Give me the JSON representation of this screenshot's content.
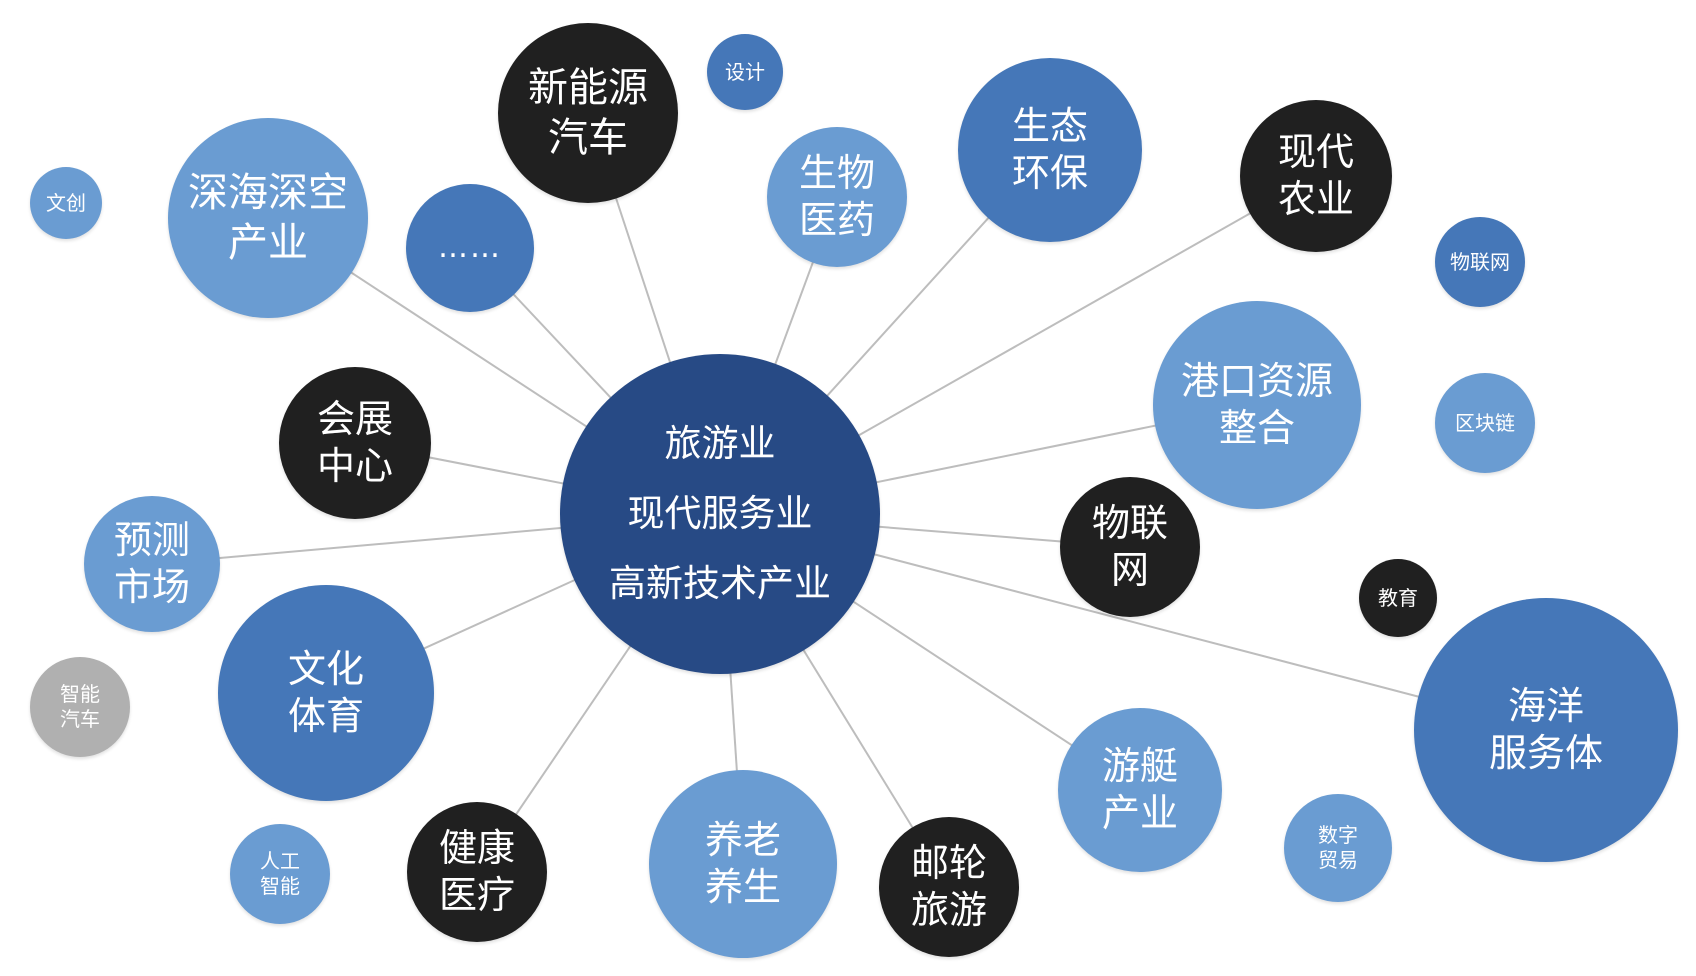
{
  "palette": {
    "hub": "#274a85",
    "mid": "#4577b8",
    "light": "#6a9cd2",
    "dark": "#202020",
    "gray": "#b0b0b0",
    "link": "#bdbdbd"
  },
  "center": {
    "lines": [
      "旅游业",
      "现代服务业",
      "高新技术产业"
    ]
  },
  "nodes": [
    {
      "id": "deep-sea",
      "lines": [
        "深海深空",
        "产业"
      ],
      "tone": "light",
      "linked": true
    },
    {
      "id": "dots",
      "lines": [
        "……"
      ],
      "tone": "mid",
      "linked": true
    },
    {
      "id": "new-energy",
      "lines": [
        "新能源",
        "汽车"
      ],
      "tone": "dark",
      "linked": true
    },
    {
      "id": "design",
      "lines": [
        "设计"
      ],
      "tone": "mid",
      "linked": false
    },
    {
      "id": "biomed",
      "lines": [
        "生物",
        "医药"
      ],
      "tone": "light",
      "linked": true
    },
    {
      "id": "eco",
      "lines": [
        "生态",
        "环保"
      ],
      "tone": "mid",
      "linked": true
    },
    {
      "id": "agri",
      "lines": [
        "现代",
        "农业"
      ],
      "tone": "dark",
      "linked": true
    },
    {
      "id": "wenchuang",
      "lines": [
        "文创"
      ],
      "tone": "light",
      "linked": false
    },
    {
      "id": "iot-small",
      "lines": [
        "物联网"
      ],
      "tone": "mid",
      "linked": false
    },
    {
      "id": "port",
      "lines": [
        "港口资源",
        "整合"
      ],
      "tone": "light",
      "linked": true
    },
    {
      "id": "blockchain",
      "lines": [
        "区块链"
      ],
      "tone": "light",
      "linked": false
    },
    {
      "id": "expo",
      "lines": [
        "会展",
        "中心"
      ],
      "tone": "dark",
      "linked": true
    },
    {
      "id": "forecast",
      "lines": [
        "预测",
        "市场"
      ],
      "tone": "light",
      "linked": true
    },
    {
      "id": "iot",
      "lines": [
        "物联",
        "网"
      ],
      "tone": "dark",
      "linked": true
    },
    {
      "id": "edu",
      "lines": [
        "教育"
      ],
      "tone": "dark",
      "linked": false
    },
    {
      "id": "culture",
      "lines": [
        "文化",
        "体育"
      ],
      "tone": "mid",
      "linked": true
    },
    {
      "id": "ocean",
      "lines": [
        "海洋",
        "服务体"
      ],
      "tone": "mid",
      "linked": true
    },
    {
      "id": "smart-car",
      "lines": [
        "智能",
        "汽车"
      ],
      "tone": "gray",
      "linked": false
    },
    {
      "id": "yacht",
      "lines": [
        "游艇",
        "产业"
      ],
      "tone": "light",
      "linked": true
    },
    {
      "id": "ai",
      "lines": [
        "人工",
        "智能"
      ],
      "tone": "light",
      "linked": false
    },
    {
      "id": "health",
      "lines": [
        "健康",
        "医疗"
      ],
      "tone": "dark",
      "linked": true
    },
    {
      "id": "elder",
      "lines": [
        "养老",
        "养生"
      ],
      "tone": "light",
      "linked": true
    },
    {
      "id": "cruise",
      "lines": [
        "邮轮",
        "旅游"
      ],
      "tone": "dark",
      "linked": true
    },
    {
      "id": "digital-trade",
      "lines": [
        "数字",
        "贸易"
      ],
      "tone": "light",
      "linked": false
    }
  ]
}
